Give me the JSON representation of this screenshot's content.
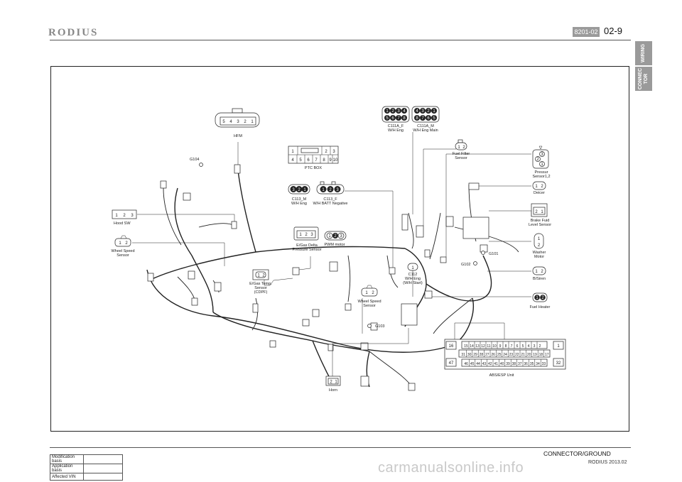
{
  "header": {
    "brand": "RODIUS",
    "section_code": "8201-02",
    "page_number": "02-9"
  },
  "side_tabs": [
    {
      "label": "WIRING"
    },
    {
      "label": "CONNEC\nTOR"
    }
  ],
  "diagram": {
    "hfm": {
      "pins": [
        "5",
        "4",
        "3",
        "2",
        "1"
      ],
      "label": "HFM"
    },
    "g104": "G104",
    "hood_sw": {
      "pins": [
        "1",
        "2",
        "3"
      ],
      "label": "Hood SW"
    },
    "wheel_speed_left": {
      "pins": [
        "1",
        "2"
      ],
      "label1": "Wheel Speed",
      "label2": "Sensor"
    },
    "ptc_box": {
      "row1": [
        "1",
        "2",
        "3"
      ],
      "row2": [
        "4",
        "5",
        "6",
        "7",
        "8",
        "9",
        "10"
      ],
      "label": "PTC BOX"
    },
    "c113_m": {
      "pins": [
        "3",
        "2",
        "1"
      ],
      "label1": "C113_M",
      "label2": "W/H Eng"
    },
    "c113_f": {
      "pins": [
        "1",
        "2",
        "3"
      ],
      "label1": "C113_F",
      "label2": "W/H BATT Negative"
    },
    "c111a_f": {
      "row1": [
        "1",
        "2",
        "3",
        "4"
      ],
      "row2": [
        "5",
        "6",
        "7",
        "8"
      ],
      "label1": "C111A_F",
      "label2": "W/H Eng"
    },
    "c111a_m": {
      "row1": [
        "4",
        "3",
        "2",
        "1"
      ],
      "row2": [
        "8",
        "7",
        "6",
        "5"
      ],
      "label1": "C111A_M",
      "label2": "W/H Eng Main"
    },
    "fuel_filter": {
      "pins": [
        "1",
        "2"
      ],
      "label1": "Fuel Filter",
      "label2": "Sensor"
    },
    "pressur": {
      "pins": [
        "3",
        "2",
        "1"
      ],
      "label1": "Pressur",
      "label2": "Sensor1,2"
    },
    "deicer": {
      "pins": [
        "1",
        "2"
      ],
      "label": "Deicer"
    },
    "brake_fluid": {
      "pins": [
        "2",
        "1"
      ],
      "label1": "Brake Fuid",
      "label2": "Level Sensor"
    },
    "egas_delta": {
      "pins": [
        "1",
        "2",
        "3"
      ],
      "label1": "E/Gas Delta",
      "label2": "Pressure Sensor"
    },
    "pwm_motor": {
      "pins": [
        "1",
        "2",
        "3"
      ],
      "label": "PWM motor"
    },
    "washer": {
      "pins": [
        "1",
        "2"
      ],
      "label1": "Washer",
      "label2": "Motor"
    },
    "g101": "G101",
    "g102": "G102",
    "c112": {
      "pins": [
        "1"
      ],
      "label1": "C112",
      "label2": "W/H Eng",
      "label3": "(W/H Start)"
    },
    "egas_temp": {
      "pins": [
        "1",
        "2"
      ],
      "label1": "E/Gas Temp.",
      "label2": "Sensor",
      "label3": "(CDPF)"
    },
    "b_siren": {
      "pins": [
        "1",
        "2"
      ],
      "label": "B/Siren"
    },
    "wheel_speed_right": {
      "pins": [
        "1",
        "2"
      ],
      "label1": "Wheel Speed",
      "label2": "Sensor"
    },
    "fuel_heater": {
      "pins": [
        "1",
        "2"
      ],
      "label": "Fuel Heater"
    },
    "g103": "G103",
    "abs_esp": {
      "row1": [
        "15",
        "14",
        "13",
        "12",
        "11",
        "10",
        "9",
        "8",
        "7",
        "6",
        "5",
        "4",
        "3",
        "2"
      ],
      "row2": [
        "31",
        "30",
        "29",
        "28",
        "27",
        "26",
        "25",
        "24",
        "23",
        "22",
        "21",
        "20",
        "19",
        "18",
        "17"
      ],
      "row3": [
        "46",
        "45",
        "44",
        "43",
        "42",
        "41",
        "40",
        "39",
        "38",
        "37",
        "36",
        "35",
        "34",
        "33"
      ],
      "left_top": "16",
      "left_bottom": "47",
      "right_top": "1",
      "right_bottom": "32",
      "label": "ABS/ESP Unit"
    },
    "horn": {
      "pins": [
        "2",
        "1"
      ],
      "label": "Horn"
    }
  },
  "footer": {
    "modification_rows": [
      {
        "key": "Modification basis",
        "value": ""
      },
      {
        "key": "Application basis",
        "value": ""
      },
      {
        "key": "Affected VIN",
        "value": ""
      }
    ],
    "section_title": "CONNECTOR/GROUND",
    "model_date": "RODIUS 2013.02",
    "watermark": "carmanualsonline.info"
  }
}
